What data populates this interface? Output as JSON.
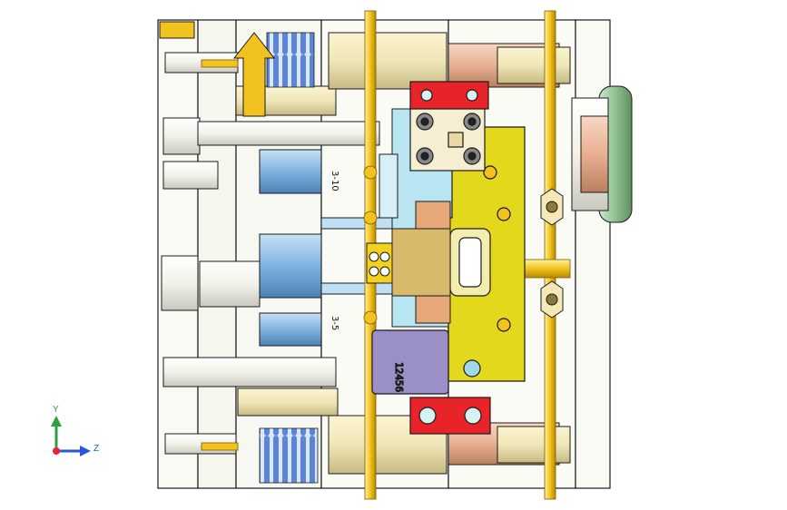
{
  "viewport": {
    "background": "#ffffff",
    "colors": {
      "plate_outline": "#1a1a1a",
      "yellow_part": "#f2d21e",
      "red_block": "#e8232a",
      "purple_block": "#9b8fc8",
      "steel_light": "#f4f4ee",
      "steel_tan": "#f0e6b8",
      "blue_cyl": "#7fb3e0",
      "copper": "#e8b090",
      "green_flange": "#8fc08f",
      "spring_blue": "#5b86d8"
    },
    "engraved_labels": {
      "upper_rib": "3-10",
      "lower_rib": "3-5",
      "purple_block_text": "12456"
    },
    "triad": {
      "y_label": "Y",
      "z_label": "Z",
      "colors": {
        "y": "#2ea043",
        "z": "#2a56d8",
        "x": "#e8232a"
      }
    }
  }
}
